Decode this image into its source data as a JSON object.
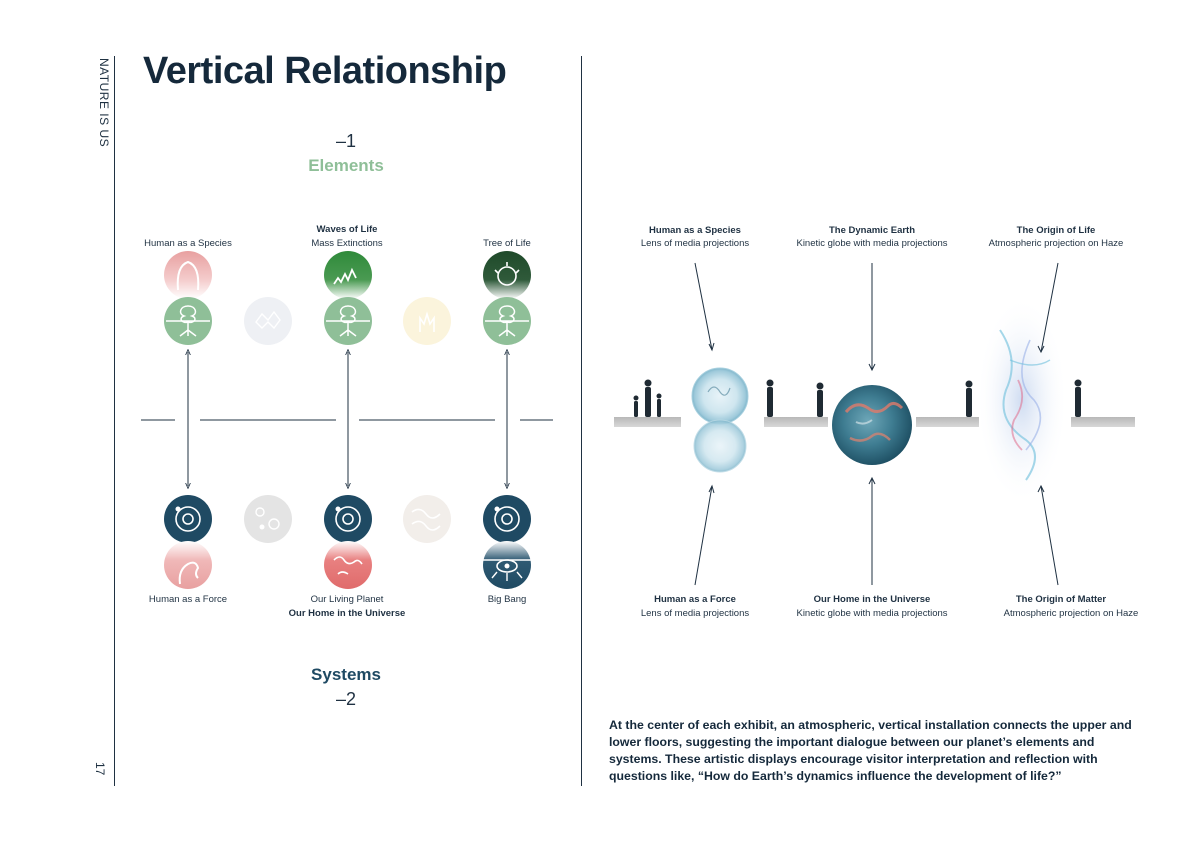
{
  "side_label": "NATURE IS US",
  "page_number": "17",
  "title": "Vertical Relationship",
  "upper": {
    "floor_num": "–1",
    "floor_name": "Elements"
  },
  "lower": {
    "floor_num": "–2",
    "floor_name": "Systems"
  },
  "left_labels": {
    "top_left": "Human as a Species",
    "top_mid_bold": "Waves of Life",
    "top_mid": "Mass Extinctions",
    "top_right": "Tree of Life",
    "bot_left": "Human as a Force",
    "bot_mid": "Our Living Planet",
    "bot_mid_bold": "Our Home in the Universe",
    "bot_right": "Big Bang"
  },
  "right_labels": {
    "t1_title": "Human as a Species",
    "t1_sub": "Lens of media projections",
    "t2_title": "The Dynamic Earth",
    "t2_sub": "Kinetic globe with media projections",
    "t3_title": "The Origin of Life",
    "t3_sub": "Atmospheric projection on Haze",
    "b1_title": "Human as a Force",
    "b1_sub": "Lens of media projections",
    "b2_title": "Our Home in the Universe",
    "b2_sub": "Kinetic globe with media projections",
    "b3_title": "The Origin of Matter",
    "b3_sub": "Atmospheric projection on Haze"
  },
  "paragraph": "At the center of each exhibit, an atmospheric, vertical installation connects the upper and lower floors, suggesting the important dialogue between our planet’s elements and systems. These artistic displays encourage visitor interpretation and reflection with questions like, “How do Earth’s dynamics influence the development of life?”",
  "colors": {
    "navy": "#1f4a63",
    "sage": "#8fbf98",
    "pink": "#e8a0a0",
    "dark_green": "#2f8a3a",
    "forest": "#1f4a2a",
    "red": "#e06b6b",
    "text": "#1f3142"
  }
}
